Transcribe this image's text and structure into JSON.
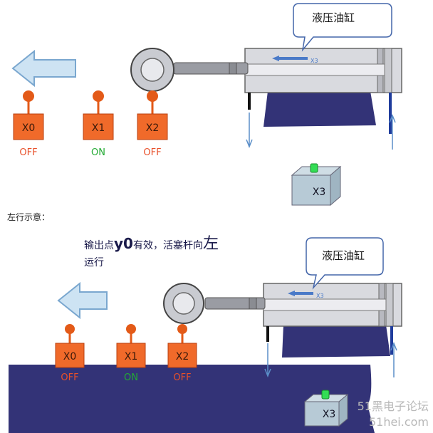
{
  "callout_label": "液压油缸",
  "section_label": "左行示意：",
  "caption": {
    "line1_a": "输出点",
    "line1_b": "y0",
    "line1_c": "有效，活塞杆向",
    "line1_d": "左",
    "line2": "运行"
  },
  "switches": [
    {
      "name": "X0",
      "state": "OFF"
    },
    {
      "name": "X1",
      "state": "ON"
    },
    {
      "name": "X2",
      "state": "OFF"
    }
  ],
  "sensor": "X3",
  "watermark": {
    "line1": "51黑电子论坛",
    "line2": "51hei.com"
  },
  "colors": {
    "switch_box": "#f06a2a",
    "off_text": "#e8502a",
    "on_text": "#22aa33",
    "tank_fill": "#333377",
    "arrow_fill": "#cde3f3",
    "cylinder": "#d9dadf"
  }
}
